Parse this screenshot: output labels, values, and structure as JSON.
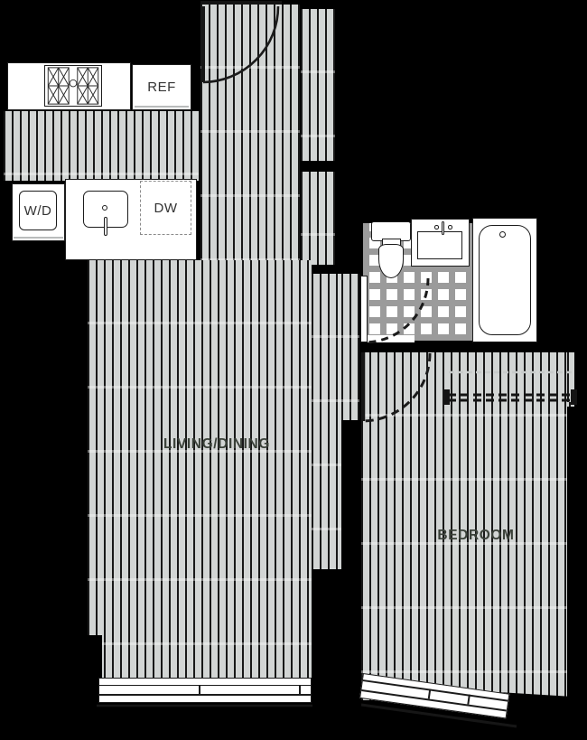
{
  "title": "One-bedroom apartment floor plan",
  "colors": {
    "background": "#000000",
    "floor_gray": "#d2d5d4",
    "plan_line": "#1c1c1c",
    "tile_gray": "#9b9b9b",
    "label_text": "#3a4139",
    "fixture_fill": "#ffffff"
  },
  "rooms": {
    "living": {
      "label": "LIVING/DINING"
    },
    "bedroom": {
      "label": "BEDROOM"
    },
    "bathroom": {
      "label": ""
    },
    "kitchen": {
      "label": ""
    }
  },
  "kitchen": {
    "ref_label": "REF",
    "wd_label": "W/D",
    "dw_label": "DW"
  },
  "fixtures": {
    "range": "range-cooktop-icon",
    "refrigerator": "refrigerator-box",
    "washer_dryer": "washer-dryer-box",
    "kitchen_sink": "kitchen-sink-icon",
    "dishwasher": "dishwasher-box",
    "toilet": "toilet-icon",
    "vanity_sink": "vanity-sink-icon",
    "bathtub": "bathtub-icon",
    "closet_rod": "closet-rod-dashed-lines",
    "windows": [
      "living-room-window",
      "bedroom-window-angled"
    ],
    "doors": [
      "entry-door-arc",
      "bathroom-door-arc",
      "bedroom-door-arc"
    ]
  }
}
